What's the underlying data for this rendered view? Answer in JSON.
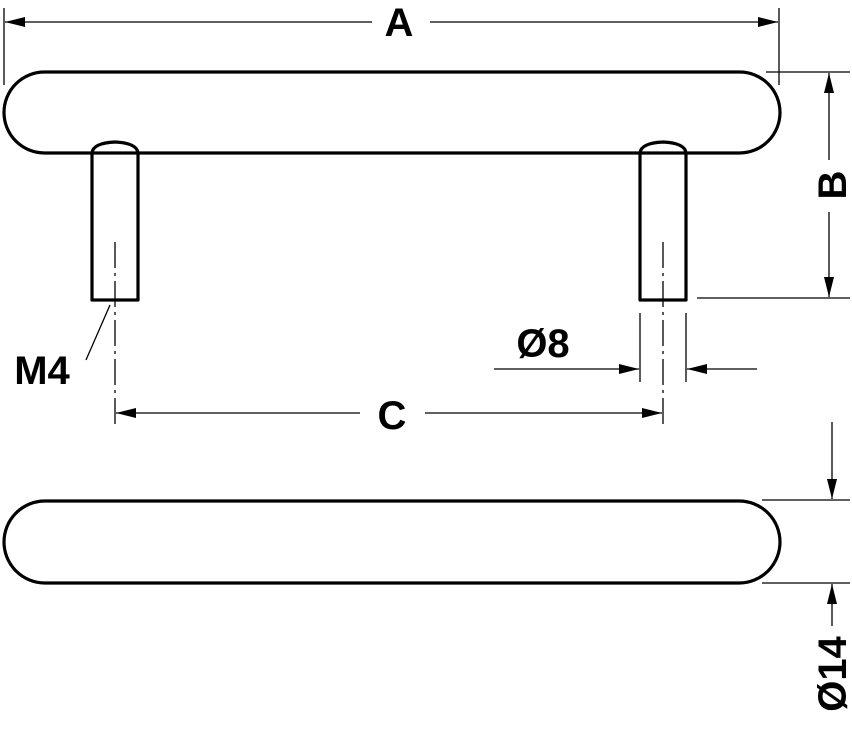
{
  "labels": {
    "overall_length": "A",
    "height": "B",
    "hole_spacing": "C",
    "leg_diameter": "Ø8",
    "thread": "M4",
    "bar_diameter": "Ø14"
  }
}
